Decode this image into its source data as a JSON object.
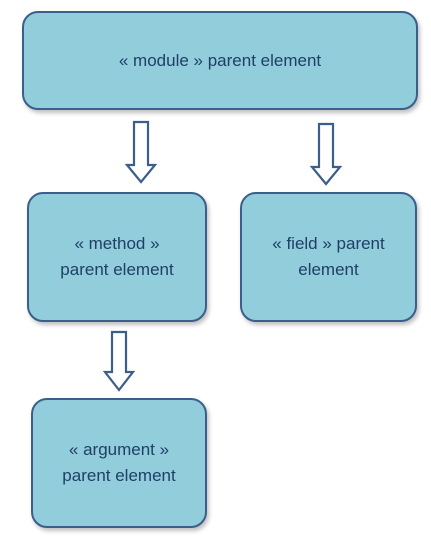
{
  "diagram": {
    "nodes": [
      {
        "id": "module",
        "label": "« module » parent element"
      },
      {
        "id": "method",
        "label": "« method »\nparent element"
      },
      {
        "id": "field",
        "label": "« field » parent\nelement"
      },
      {
        "id": "argument",
        "label": "« argument »\nparent element"
      }
    ],
    "edges": [
      {
        "from": "module",
        "to": "method"
      },
      {
        "from": "module",
        "to": "field"
      },
      {
        "from": "method",
        "to": "argument"
      }
    ],
    "colors": {
      "node_fill": "#92cddc",
      "node_border": "#3b5f8a",
      "label_text": "#1f3f66",
      "arrow_fill": "#ffffff",
      "arrow_stroke": "#3b5f8a"
    }
  }
}
